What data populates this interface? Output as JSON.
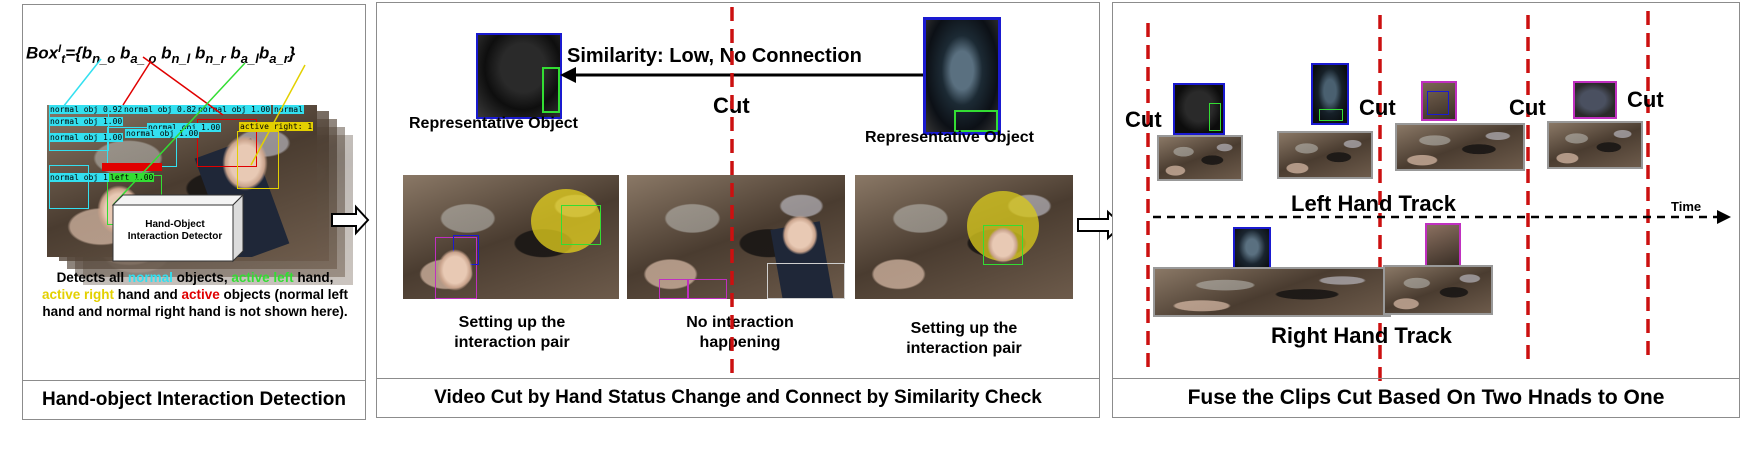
{
  "panel1": {
    "formula": {
      "prefix": "Box",
      "sup": "I",
      "sub": "t",
      "body": "={b",
      "t1": "n_o",
      "sp1": " b",
      "t2": "a_",
      "t2b": "o",
      "sp2": " b",
      "t3": "n_l",
      "sp3": " b",
      "t4": "n_r",
      "sp4": " b",
      "t5": "a_l",
      "sp5": "b",
      "t6": "a_r",
      "close": "}"
    },
    "det_labels": [
      "normal obj 0.92",
      "normal obj 0.82",
      "normal obj 1.00",
      "normal",
      "normal obj 1.00",
      "normal obj 1.00",
      "normal obj 1.00",
      "normal obj 1.00",
      "active right: 1",
      "normal obj 1.00",
      "left 1.00"
    ],
    "detector_box": "Hand-Object Interaction Detector",
    "description": {
      "p1": "Detects all ",
      "w_normal": "normal",
      "p2": " objects, ",
      "w_active_left": "active left",
      "p3": " hand, ",
      "w_active_right": "active right",
      "p4": " hand and ",
      "w_active": "active",
      "p5": " objects (normal left hand and normal right hand is not shown here)."
    },
    "caption": "Hand-object Interaction Detection"
  },
  "panel2": {
    "similarity_label": "Similarity: Low, No Connection",
    "cut_label": "Cut",
    "rep_left": "Representative Object",
    "rep_right": "Representative Object",
    "frame_captions": [
      "Setting up the interaction pair",
      "No interaction happening",
      "Setting up the interaction pair"
    ],
    "caption": "Video Cut by Hand Status Change and Connect by Similarity Check"
  },
  "panel3": {
    "cut_labels": [
      "Cut",
      "Cut",
      "Cut",
      "Cut"
    ],
    "left_track": "Left Hand Track",
    "right_track": "Right Hand Track",
    "time_label": "Time",
    "caption": "Fuse the Clips Cut Based On Two Hnads to One"
  },
  "colors": {
    "normal": "#33e0f0",
    "active_left": "#33dd33",
    "active_right": "#e3d000",
    "active": "#e00000",
    "cut": "#cc1010",
    "border": "#8c8c8c"
  }
}
